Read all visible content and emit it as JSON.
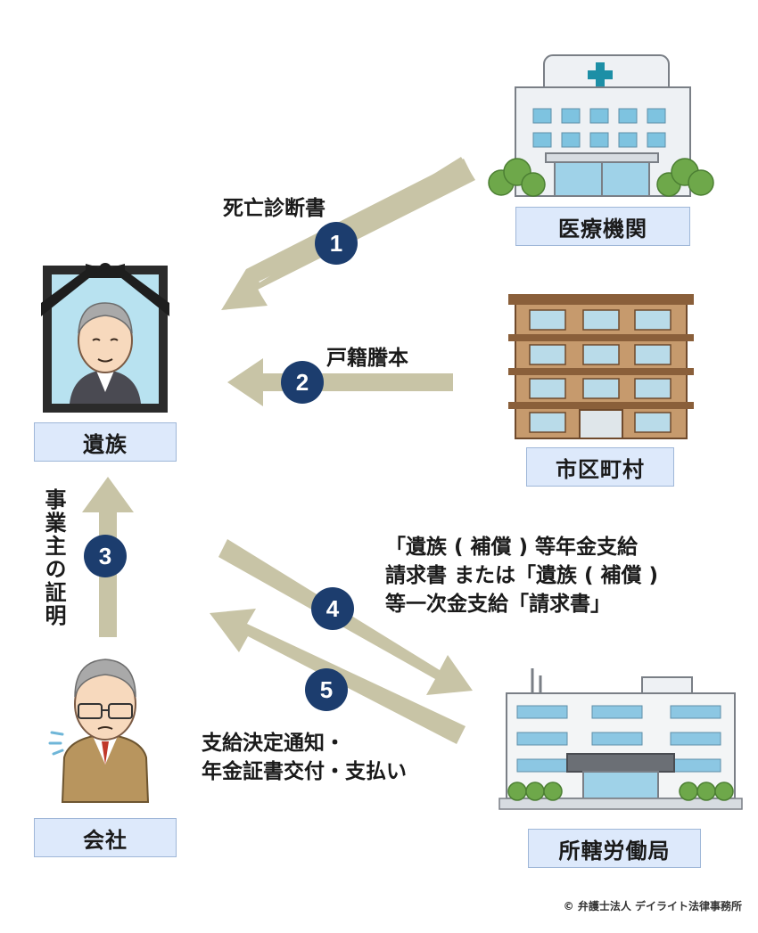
{
  "nodes": {
    "medical": "医療機関",
    "bereaved": "遺族",
    "municipality": "市区町村",
    "company": "会社",
    "labor_office": "所轄労働局"
  },
  "steps": [
    {
      "num": "1",
      "label": "死亡診断書"
    },
    {
      "num": "2",
      "label": "戸籍謄本"
    },
    {
      "num": "3",
      "label": "事業主の証明"
    },
    {
      "num": "4",
      "lines": [
        "「遺族 ( 補償 ) 等年金支給",
        "請求書 または「遺族 ( 補償 )",
        "等一次金支給「請求書」"
      ]
    },
    {
      "num": "5",
      "lines": [
        "支給決定通知・",
        "年金証書交付・支払い"
      ]
    }
  ],
  "copyright": "© 弁護士法人 デイライト法律事務所",
  "colors": {
    "arrow": "#c8c4a6",
    "badge": "#1c3d6e",
    "label_bg": "#dde9fb",
    "label_border": "#9fb7d8"
  }
}
